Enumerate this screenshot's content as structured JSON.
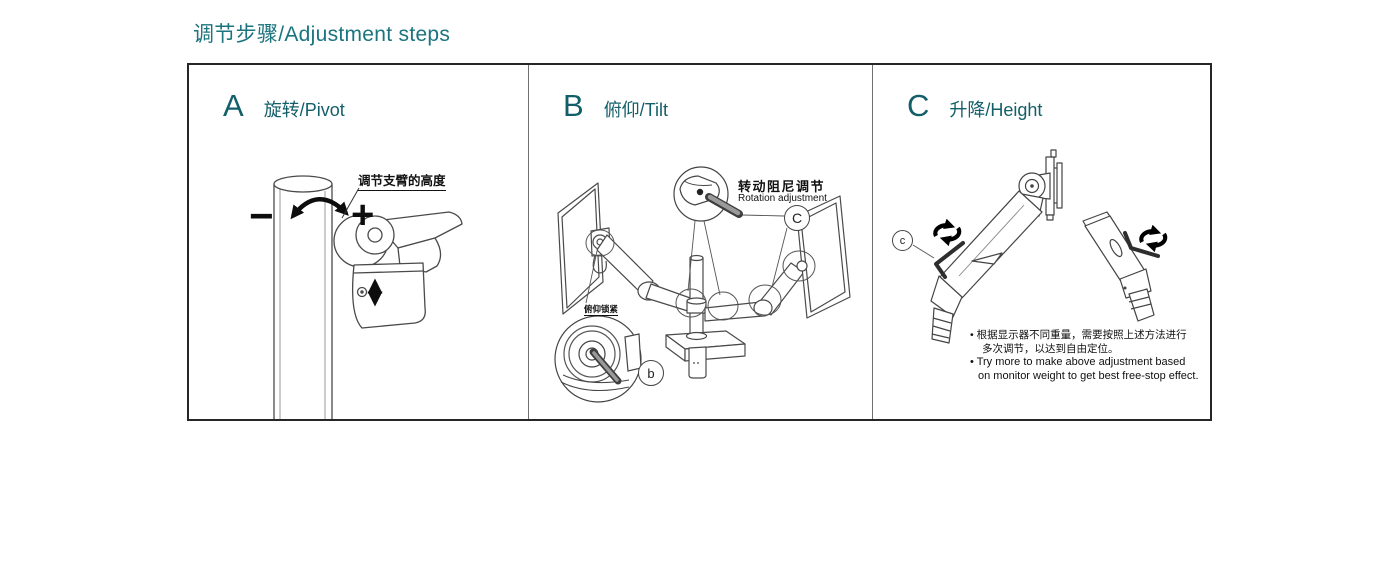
{
  "page": {
    "title": "调节步骤/Adjustment steps"
  },
  "colors": {
    "title_teal": "#1b747e",
    "header_teal": "#135f69",
    "line_art": "#4a4a4a",
    "symbol_black": "#0d0d0d",
    "background": "#ffffff"
  },
  "icons": {
    "pivot_arc_arrow": "curved double-headed arrow",
    "height_double_arrow": "vertical double-headed arrow",
    "rotation_arrows_icon": "circular rotate arrows",
    "allen_key_icon": "hex wrench key",
    "magnifier_callout": "zoom detail circle"
  },
  "panels": {
    "a": {
      "letter": "A",
      "title": "旋转/Pivot",
      "arm_height_label": "调节支臂的高度",
      "minus_symbol": "−",
      "plus_symbol": "+"
    },
    "b": {
      "letter": "B",
      "title": "俯仰/Tilt",
      "rotation_label_zh": "转动阻尼调节",
      "rotation_label_en": "Rotation adjustment",
      "tilt_lock_label": "俯仰锁紧",
      "callout_c": "C",
      "callout_b": "b"
    },
    "c": {
      "letter": "C",
      "title": "升降/Height",
      "callout_c": "c",
      "note_zh_line1": "• 根据显示器不同重量，需要按照上述方法进行",
      "note_zh_line2": "多次调节，以达到自由定位。",
      "note_en_line1": "• Try more to make above adjustment based",
      "note_en_line2": "on monitor weight to get best free-stop effect."
    }
  }
}
